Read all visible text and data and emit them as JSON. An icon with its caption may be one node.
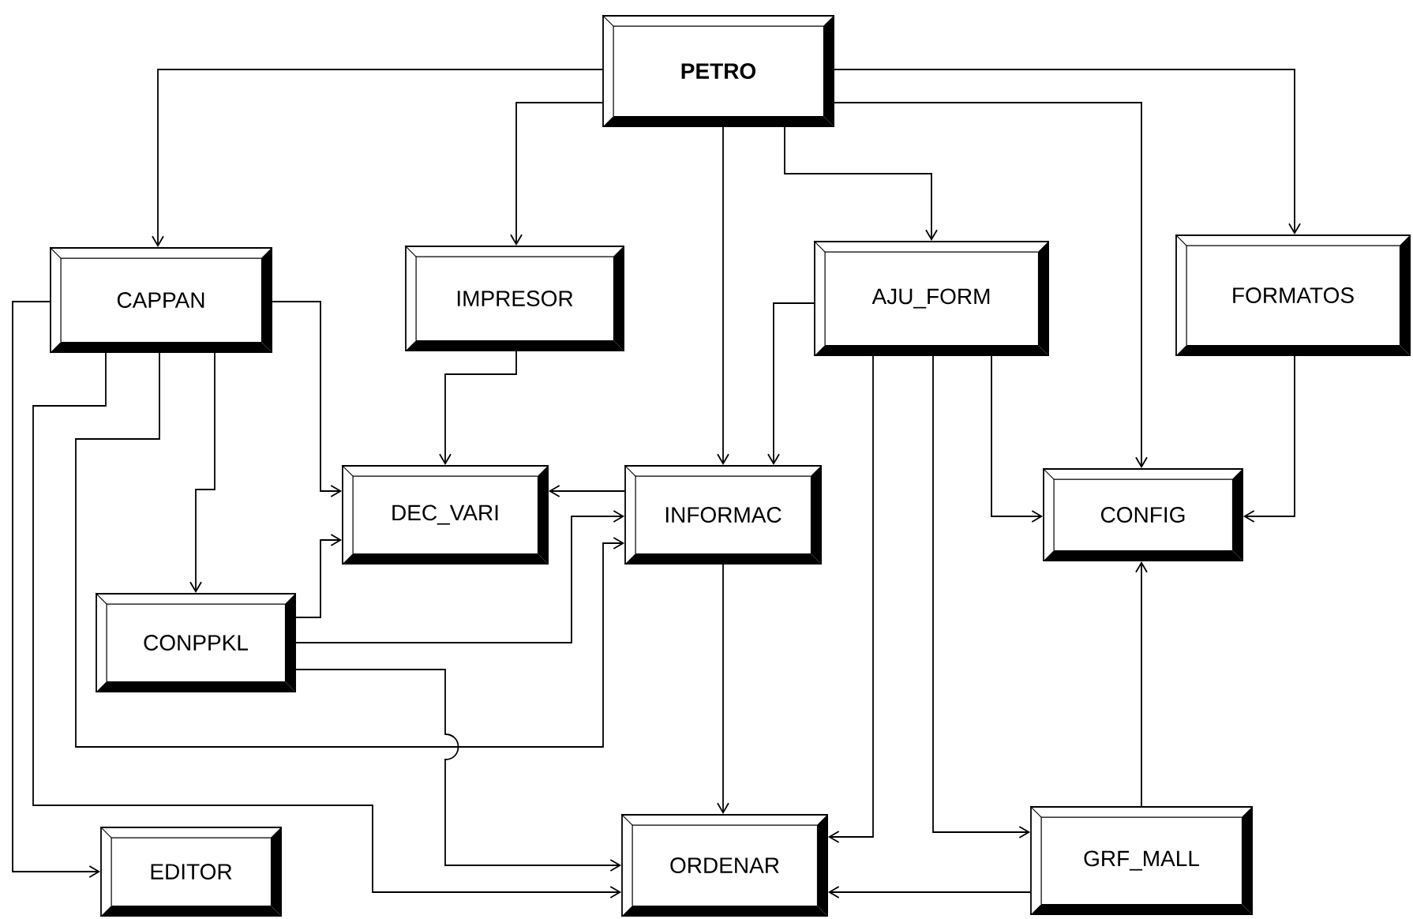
{
  "diagram": {
    "nodes": [
      {
        "text": [
          "PETRO"
        ]
      },
      {
        "text": [
          "CAPPAN"
        ]
      },
      {
        "text": [
          "IMPRESOR"
        ]
      },
      {
        "text": [
          "AJU_FORM"
        ]
      },
      {
        "text": [
          "FORMATOS"
        ]
      },
      {
        "text": [
          "DEC_VARI"
        ]
      },
      {
        "text": [
          "INFORMAC"
        ]
      },
      {
        "text": [
          "CONFIG"
        ]
      },
      {
        "text": [
          "CONPPKL"
        ]
      },
      {
        "text": [
          "EDITOR"
        ]
      },
      {
        "text": [
          "ORDENAR"
        ]
      },
      {
        "text": [
          "GRF_MALL"
        ]
      }
    ],
    "edges": [
      {
        "from": 0,
        "to": 1,
        "arrow": "to"
      },
      {
        "from": 0,
        "to": 2,
        "arrow": "to"
      },
      {
        "from": 0,
        "to": 6,
        "arrow": "to"
      },
      {
        "from": 0,
        "to": 3,
        "arrow": "to"
      },
      {
        "from": 0,
        "to": 7,
        "arrow": "to"
      },
      {
        "from": 0,
        "to": 4,
        "arrow": "to"
      },
      {
        "from": 1,
        "to": 5,
        "arrow": "to"
      },
      {
        "from": 1,
        "to": 8,
        "arrow": "to"
      },
      {
        "from": 1,
        "to": 6,
        "arrow": "to"
      },
      {
        "from": 1,
        "to": 10,
        "arrow": "to"
      },
      {
        "from": 1,
        "to": 9,
        "arrow": "to"
      },
      {
        "from": 2,
        "to": 5,
        "arrow": "to"
      },
      {
        "from": 6,
        "to": 5,
        "arrow": "to"
      },
      {
        "from": 8,
        "to": 5,
        "arrow": "to"
      },
      {
        "from": 8,
        "to": 6,
        "arrow": "to"
      },
      {
        "from": 8,
        "to": 10,
        "arrow": "to"
      },
      {
        "from": 6,
        "to": 10,
        "arrow": "to"
      },
      {
        "from": 3,
        "to": 6,
        "arrow": "to"
      },
      {
        "from": 3,
        "to": 10,
        "arrow": "to"
      },
      {
        "from": 3,
        "to": 11,
        "arrow": "to"
      },
      {
        "from": 3,
        "to": 7,
        "arrow": "to"
      },
      {
        "from": 4,
        "to": 7,
        "arrow": "to"
      },
      {
        "from": 11,
        "to": 7,
        "arrow": "to"
      },
      {
        "from": 11,
        "to": 10,
        "arrow": "to"
      }
    ]
  }
}
